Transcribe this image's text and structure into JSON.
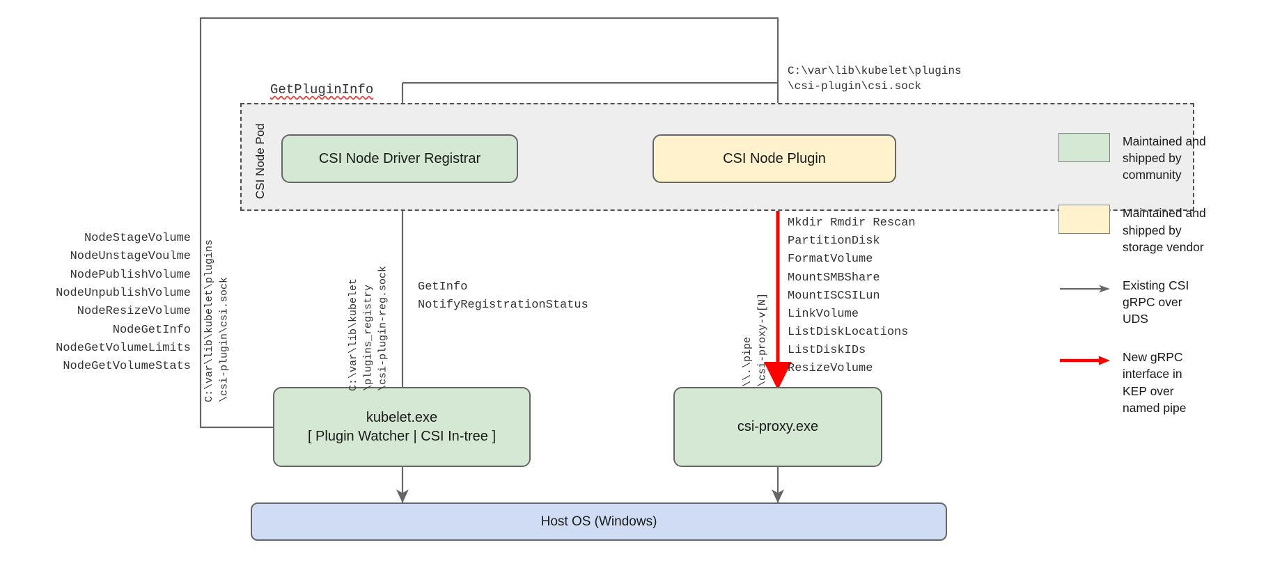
{
  "diagram": {
    "title": "CSI Proxy architecture on Windows",
    "pod": {
      "label": "CSI Node Pod"
    },
    "nodes": {
      "registrar": {
        "label": "CSI Node Driver Registrar",
        "fill": "#d5e8d4"
      },
      "plugin": {
        "label": "CSI Node Plugin",
        "fill": "#fff2cc"
      },
      "kubelet": {
        "line1": "kubelet.exe",
        "line2": "[ Plugin Watcher | CSI In-tree ]",
        "fill": "#d5e8d4"
      },
      "csiproxy": {
        "label": "csi-proxy.exe",
        "fill": "#d5e8d4"
      },
      "hostos": {
        "label": "Host OS (Windows)",
        "fill": "#cfdcf4"
      }
    },
    "labels": {
      "get_plugin_info": "GetPluginInfo",
      "plugin_socket_path": "C:\\var\\lib\\kubelet\\plugins\n\\csi-plugin\\csi.sock",
      "csi_socket_vertical": "C:\\var\\lib\\kubelet\\plugins\n\\csi-plugin\\csi.sock",
      "registry_socket_vertical": "C:\\var\\lib\\kubelet\n\\plugins_registry\n\\csi-plugin-reg.sock",
      "named_pipe_vertical": "\\\\.\\pipe\n\\csi-proxy-v[N]",
      "registration_calls": "GetInfo\nNotifyRegistrationStatus"
    },
    "csi_node_methods": [
      "NodeStageVolume",
      "NodeUnstageVoulme",
      "NodePublishVolume",
      "NodeUnpublishVolume",
      "NodeResizeVolume",
      "NodeGetInfo",
      "NodeGetVolumeLimits",
      "NodeGetVolumeStats"
    ],
    "csi_proxy_methods": [
      "Mkdir Rmdir Rescan",
      "PartitionDisk",
      "FormatVolume",
      "MountSMBShare",
      "MountISCSILun",
      "LinkVolume",
      "ListDiskLocations",
      "ListDiskIDs",
      "ResizeVolume"
    ]
  },
  "legend": {
    "items": [
      {
        "kind": "swatch",
        "color": "#d5e8d4",
        "text": "Maintained and\nshipped by\ncommunity"
      },
      {
        "kind": "swatch",
        "color": "#fff2cc",
        "text": "Maintained and\nshipped by\nstorage vendor"
      },
      {
        "kind": "arrow",
        "color": "#666666",
        "text": "Existing CSI\ngRPC over\nUDS"
      },
      {
        "kind": "arrow",
        "color": "#ff0000",
        "text": "New gRPC\ninterface in\nKEP over\nnamed pipe"
      }
    ]
  },
  "colors": {
    "community_green": "#d5e8d4",
    "vendor_yellow": "#fff2cc",
    "host_blue": "#cfdcf4",
    "pod_gray": "#eeeeee",
    "edge_gray": "#666666",
    "edge_red": "#ff0000",
    "spellcheck_red": "#e8453c"
  }
}
